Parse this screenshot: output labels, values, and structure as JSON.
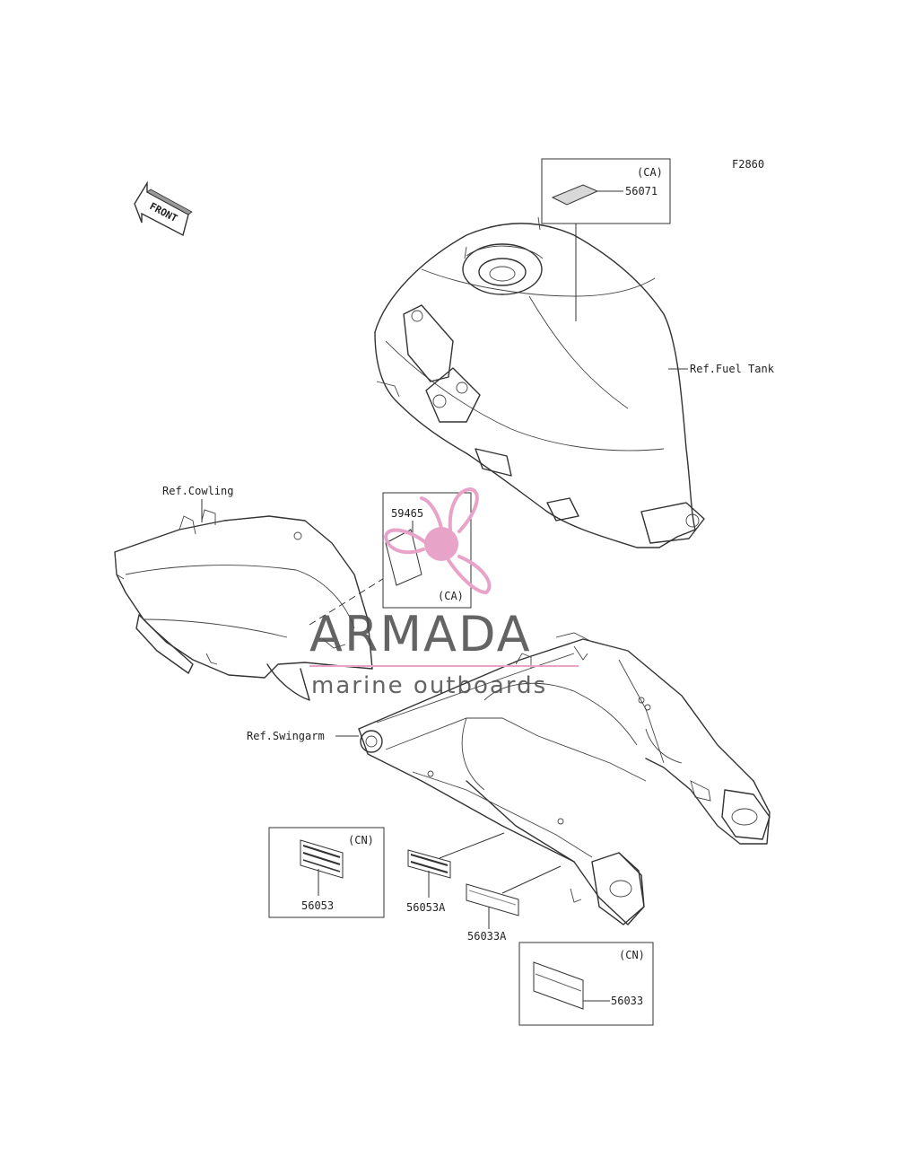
{
  "figure_id": "F2860",
  "front_label": "FRONT",
  "references": {
    "fuel_tank": "Ref.Fuel Tank",
    "cowling": "Ref.Cowling",
    "swingarm": "Ref.Swingarm"
  },
  "parts": {
    "p56071": {
      "number": "56071",
      "region": "(CA)"
    },
    "p59465": {
      "number": "59465",
      "region": "(CA)"
    },
    "p56053": {
      "number": "56053",
      "region": "(CN)"
    },
    "p56053A": {
      "number": "56053A"
    },
    "p56033A": {
      "number": "56033A"
    },
    "p56033": {
      "number": "56033",
      "region": "(CN)"
    }
  },
  "watermark": {
    "brand": "ARMADA",
    "tagline": "marine outboards",
    "colors": {
      "logo": "#e8a3c8",
      "text": "#4a4a4a"
    }
  }
}
